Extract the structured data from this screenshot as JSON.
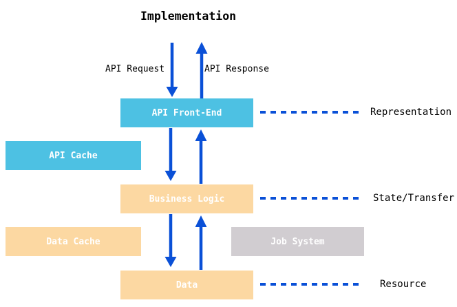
{
  "title": "Implementation",
  "flow_labels": {
    "api_request": "API Request",
    "api_response": "API Response"
  },
  "boxes": {
    "api_front_end": {
      "label": "API Front-End",
      "color": "#4DC1E3"
    },
    "api_cache": {
      "label": "API Cache",
      "color": "#4DC1E3"
    },
    "business_logic": {
      "label": "Business Logic",
      "color": "#FCD8A2"
    },
    "data_cache": {
      "label": "Data Cache",
      "color": "#FCD8A2"
    },
    "job_system": {
      "label": "Job System",
      "color": "#D1CDD1"
    },
    "data": {
      "label": "Data",
      "color": "#FCD8A2"
    }
  },
  "layer_labels": {
    "representation": "Representation",
    "state_transfer": "State/Transfer",
    "resource": "Resource"
  },
  "colors": {
    "box_blue": "#4DC1E3",
    "box_orange": "#FCD8A2",
    "box_gray": "#D1CDD1",
    "arrow_blue": "#0A50D7",
    "text_light": "#FFFFFF",
    "text_dark": "#000000",
    "background": "#FFFFFF"
  }
}
